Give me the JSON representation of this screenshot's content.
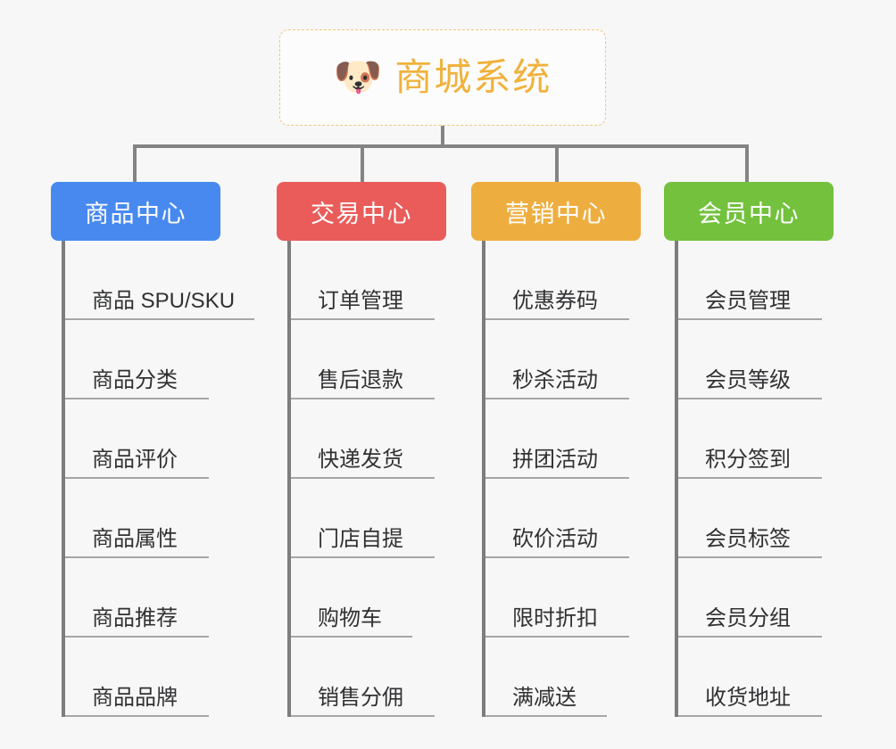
{
  "root": {
    "icon": "dog-face-icon",
    "emoji": "🐶",
    "title": "商城系统",
    "title_color": "#f0b23c",
    "border_color": "#f0c674"
  },
  "branches": [
    {
      "name": "product-center",
      "label": "商品中心",
      "color": "#4889f0",
      "items": [
        "商品 SPU/SKU",
        "商品分类",
        "商品评价",
        "商品属性",
        "商品推荐",
        "商品品牌"
      ]
    },
    {
      "name": "trade-center",
      "label": "交易中心",
      "color": "#e95c5a",
      "items": [
        "订单管理",
        "售后退款",
        "快递发货",
        "门店自提",
        "购物车",
        "销售分佣"
      ]
    },
    {
      "name": "marketing-center",
      "label": "营销中心",
      "color": "#eeae3f",
      "items": [
        "优惠券码",
        "秒杀活动",
        "拼团活动",
        "砍价活动",
        "限时折扣",
        "满减送"
      ]
    },
    {
      "name": "member-center",
      "label": "会员中心",
      "color": "#73c13d",
      "items": [
        "会员管理",
        "会员等级",
        "积分签到",
        "会员标签",
        "会员分组",
        "收货地址"
      ]
    }
  ],
  "theme": {
    "background": "#f7f7f7",
    "connector_color": "#848484",
    "trunk_color": "#7d7d7d",
    "leaf_rule_color": "#a6a6a6",
    "leaf_text_color": "#303133"
  }
}
